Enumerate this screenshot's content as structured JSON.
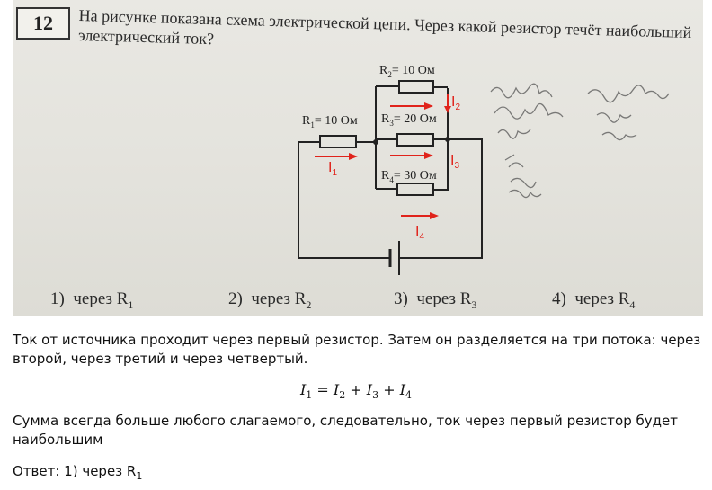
{
  "task": {
    "number": "12",
    "question": "На рисунке показана схема электрической цепи. Через какой резистор течёт наибольший электрический ток?"
  },
  "circuit": {
    "r1_label": "R",
    "r1_sub": "1",
    "r1_value": "= 10 Ом",
    "r2_label": "R",
    "r2_sub": "2",
    "r2_value": "= 10 Ом",
    "r3_label": "R",
    "r3_sub": "3",
    "r3_value": "= 20 Ом",
    "r4_label": "R",
    "r4_sub": "4",
    "r4_value": "= 30 Ом",
    "i1_label": "I",
    "i1_sub": "1",
    "i2_label": "I",
    "i2_sub": "2",
    "i3_label": "I",
    "i3_sub": "3",
    "i4_label": "I",
    "i4_sub": "4",
    "current_color": "#e0231b"
  },
  "options": [
    {
      "num": "1)",
      "text": "через R",
      "sub": "1"
    },
    {
      "num": "2)",
      "text": "через R",
      "sub": "2"
    },
    {
      "num": "3)",
      "text": "через R",
      "sub": "3"
    },
    {
      "num": "4)",
      "text": "через R",
      "sub": "4"
    }
  ],
  "explanation": {
    "para1": "Ток от источника проходит через первый резистор. Затем он разделяется на три потока: через второй, через третий и через четвертый.",
    "formula": {
      "lhs": "I",
      "lhs_sub": "1",
      "eq": " = ",
      "t1": "I",
      "t1_sub": "2",
      "plus1": " + ",
      "t2": "I",
      "t2_sub": "3",
      "plus2": " + ",
      "t3": "I",
      "t3_sub": "4"
    },
    "para2": "Сумма всегда больше любого слагаемого, следовательно, ток через первый резистор будет наибольшим",
    "answer_prefix": "Ответ: 1) через R",
    "answer_sub": "1"
  }
}
